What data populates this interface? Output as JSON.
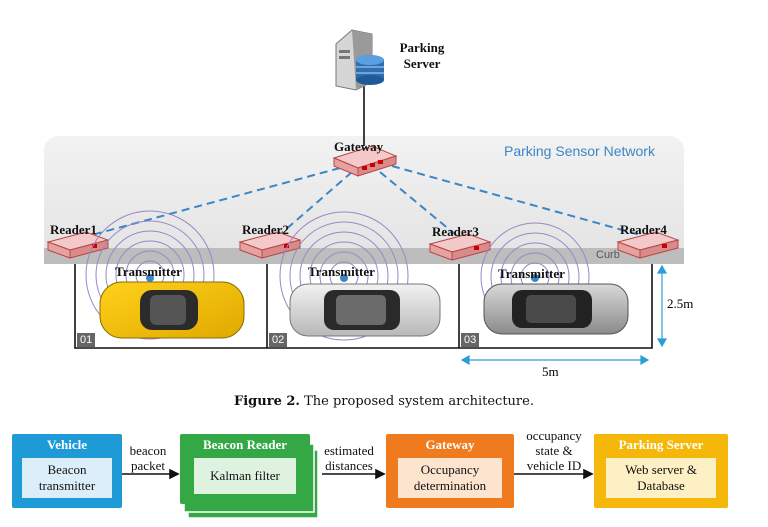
{
  "architecture": {
    "server_label": "Parking Server",
    "network_label": "Parking Sensor Network",
    "gateway_label": "Gateway",
    "curb_label": "Curb",
    "readers": [
      "Reader1",
      "Reader2",
      "Reader3",
      "Reader4"
    ],
    "transmitter_label": "Transmitter",
    "slots": [
      "01",
      "02",
      "03"
    ],
    "slot_width": "5m",
    "slot_depth": "2.5m"
  },
  "caption": {
    "figure": "Figure 2.",
    "text": "The proposed system architecture."
  },
  "flow": {
    "vehicle": {
      "title": "Vehicle",
      "inner": "Beacon transmitter"
    },
    "reader": {
      "title": "Beacon Reader",
      "inner": "Kalman filter"
    },
    "gateway": {
      "title": "Gateway",
      "inner": "Occupancy determination"
    },
    "server": {
      "title": "Parking Server",
      "inner": "Web server & Database"
    },
    "edges": [
      "beacon packet",
      "estimated distances",
      "occupancy state & vehicle ID"
    ]
  },
  "colors": {
    "vehicle": "#1e9ad6",
    "reader": "#33a845",
    "gateway": "#f07b1e",
    "server": "#f5b80a",
    "dashed_link": "#3a86c8"
  }
}
